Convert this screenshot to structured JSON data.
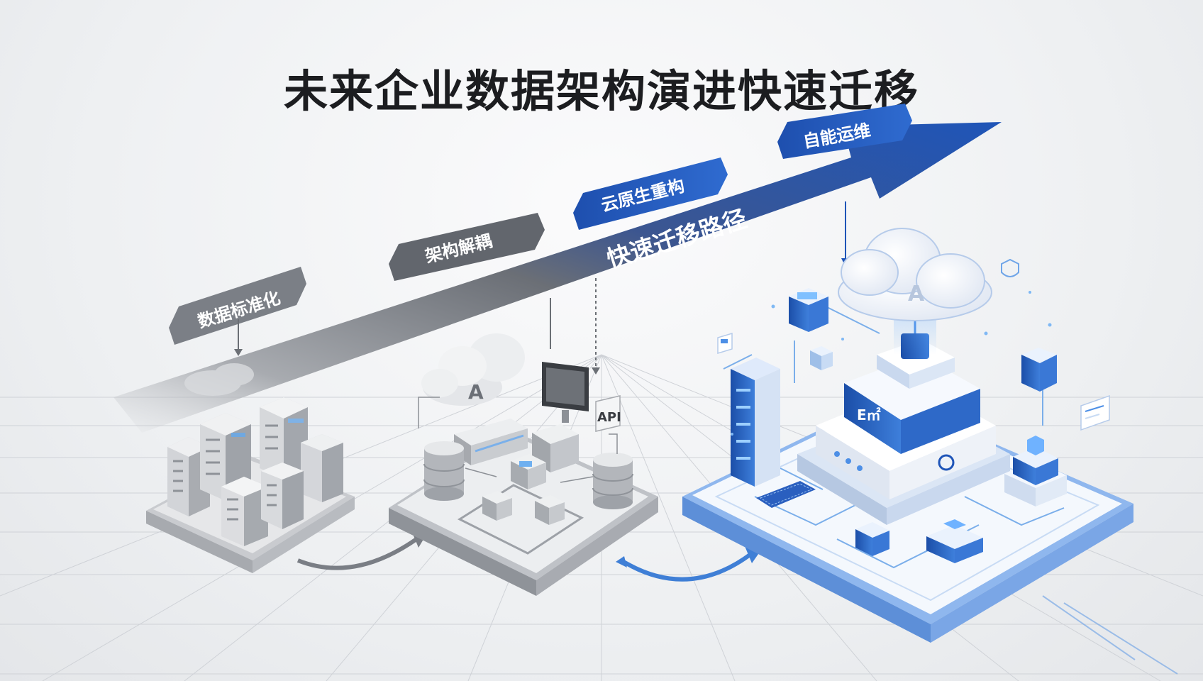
{
  "title": "未来企业数据架构演进快速迁移",
  "main_arrow": {
    "label": "快速迁移路径"
  },
  "stages": [
    {
      "label": "数据标准化",
      "tone": "gray"
    },
    {
      "label": "架构解耦",
      "tone": "gray"
    },
    {
      "label": "云原生重构",
      "tone": "blue"
    },
    {
      "label": "自能运维",
      "tone": "blue"
    }
  ],
  "middle_platform": {
    "cloud_text": "A",
    "api_text": "API"
  },
  "right_platform": {
    "cloud_text": "A",
    "core_text": "Ε㎡"
  },
  "colors": {
    "blue": "#1f55b8",
    "blue_light": "#4d8fe6",
    "gray_dark": "#5d6168",
    "gray_mid": "#8c9096",
    "title": "#1c1d20"
  }
}
